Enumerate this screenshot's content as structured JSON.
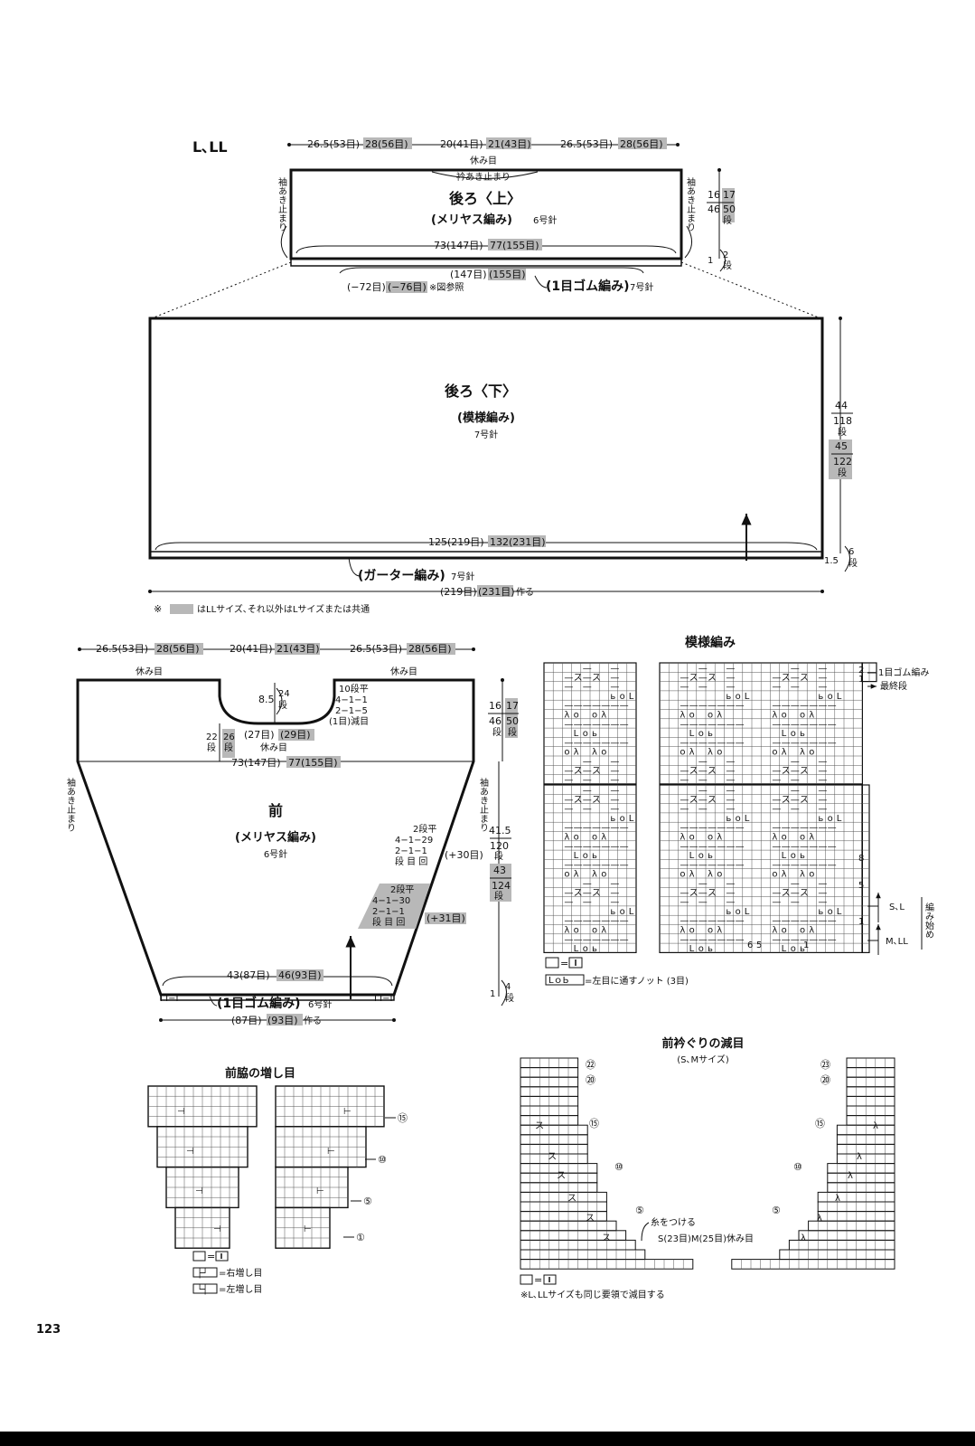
{
  "size_heading": "L､LL",
  "page_number": "123",
  "legend_note_marker": "※",
  "legend_note": "はLLサイズ､それ以外はLサイズまたは共通",
  "colors": {
    "ink": "#111111",
    "highlight": "#b8b8b8"
  },
  "back_upper": {
    "top_dims": [
      "26.5(53目)",
      "28(56目)",
      "20(41目)",
      "21(43目)",
      "26.5(53目)",
      "28(56目)"
    ],
    "rest_label": "休み目",
    "collar_label": "衿あき止まり",
    "title": "後ろ〈上〉",
    "stitch": "(メリヤス編み)",
    "needle": "6号針",
    "width_l": "73(147目)",
    "width_ll": "77(155目)",
    "side_label": "袖あき止まり",
    "height_l_a": "16",
    "height_ll_a": "17",
    "height_l_b": "46",
    "height_ll_b": "50",
    "height_unit": "段",
    "rib_height_cm": "1",
    "rib_rows": "2",
    "rib_rows_unit": "段",
    "rib_count_l": "(147目)",
    "rib_count_ll": "(155目)",
    "dec_l": "(−72目)",
    "dec_ll": "(−76目)",
    "dec_note": "※図参照",
    "rib_label": "(1目ゴム編み)",
    "rib_needle": "7号針"
  },
  "back_lower": {
    "title": "後ろ〈下〉",
    "stitch": "(模様編み)",
    "needle": "7号針",
    "height_l": "44",
    "rows_l": "118",
    "height_ll": "45",
    "rows_ll": "122",
    "rows_unit": "段",
    "width_l": "125(219目)",
    "width_ll": "132(231目)",
    "edge_height": "1.5",
    "edge_rows": "6",
    "edge_unit": "段",
    "edge_label": "(ガーター編み)",
    "edge_needle": "7号針",
    "cast_on_l": "(219目)",
    "cast_on_ll": "(231目)",
    "cast_on_label": "作る"
  },
  "front": {
    "top_dims": [
      "26.5(53目)",
      "28(56目)",
      "20(41目)",
      "21(43目)",
      "26.5(53目)",
      "28(56目)"
    ],
    "rest_left": "休み目",
    "rest_right": "休み目",
    "neck_depth": "8.5",
    "neck_rows": "24",
    "neck_rows_unit": "段",
    "neck_dec_lines": [
      "10段平",
      "4−1−1",
      "2−1−5",
      "(1目)減目"
    ],
    "neck_side_l": "22",
    "neck_side_ll": "26",
    "neck_side_unit": "段",
    "neck_center_l": "(27目)",
    "neck_center_ll": "(29目)",
    "neck_center_rest": "休み目",
    "width_l": "73(147目)",
    "width_ll": "77(155目)",
    "height_l_a": "16",
    "height_ll_a": "17",
    "height_l_b": "46",
    "height_ll_b": "50",
    "height_unit": "段",
    "side_label": "袖あき止まり",
    "title": "前",
    "stitch": "(メリヤス編み)",
    "needle": "6号針",
    "inc_l_lines": [
      "2段平",
      "4−1−29",
      "2−1−1",
      "段 目 回"
    ],
    "inc_l_total": "(+30目)",
    "inc_ll_lines": [
      "2段平",
      "4−1−30",
      "2−1−1",
      "段 目 回"
    ],
    "inc_ll_total": "(+31目)",
    "body_height_l": "41.5",
    "body_rows_l": "120",
    "body_height_ll": "43",
    "body_rows_ll": "124",
    "body_rows_unit": "段",
    "bottom_l": "43(87目)",
    "bottom_ll": "46(93目)",
    "rib_label": "(1目ゴム編み)",
    "rib_needle": "6号針",
    "rib_mark": "I I−I",
    "rib_height": "1",
    "rib_rows": "4",
    "rib_rows_unit": "段",
    "cast_on_l": "(87目)",
    "cast_on_ll": "(93目)",
    "cast_on_label": "作る"
  },
  "pattern_chart": {
    "title": "模様編み",
    "right_rows": [
      "2",
      "1"
    ],
    "rib_note": "1目ゴム編み",
    "last_row_note": "最終段",
    "row_numbers": [
      "8",
      "5",
      "1"
    ],
    "col_numbers": [
      "6",
      "5",
      "1"
    ],
    "start_sl": "S､L",
    "start_mll": "M､LL",
    "start_label": "編み始め",
    "legend_eq": "=",
    "knot_note": "=左目に通すノット (3目)"
  },
  "side_increase": {
    "title": "前脇の増し目",
    "marks": [
      "⑮",
      "⑩",
      "⑤",
      "①"
    ],
    "legend_eq": "=",
    "right_inc": "=右増し目",
    "left_inc": "=左増し目"
  },
  "neck_decrease": {
    "title": "前衿ぐりの減目",
    "subtitle": "(S､Mサイズ)",
    "left_marks": [
      "㉒",
      "⑳",
      "⑮",
      "⑩",
      "⑤"
    ],
    "right_marks": [
      "㉓",
      "⑳",
      "⑮",
      "⑩",
      "⑤"
    ],
    "attach_yarn": "糸をつける",
    "rest_note": "S(23目)M(25目)休み目",
    "legend_eq": "=",
    "footnote": "※L､LLサイズも同じ要領で減目する"
  }
}
